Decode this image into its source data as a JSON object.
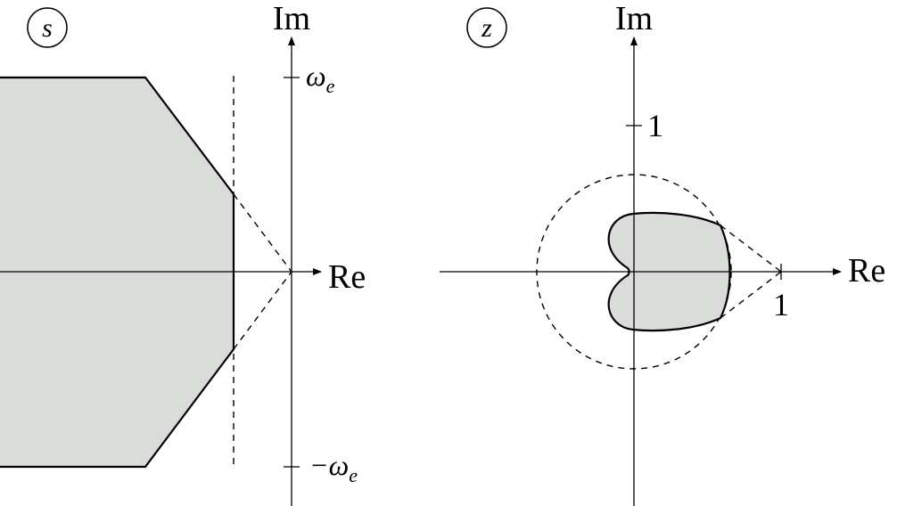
{
  "left_plane": {
    "plane_label": "s",
    "imag_axis_label": "Im",
    "real_axis_label": "Re",
    "tick_upper_label": "ω",
    "tick_upper_sub": "e",
    "tick_lower_label": "−ω",
    "tick_lower_sub": "e"
  },
  "right_plane": {
    "plane_label": "z",
    "imag_axis_label": "Im",
    "real_axis_label": "Re",
    "tick_imag_label": "1",
    "tick_real_label": "1"
  },
  "colors": {
    "region_fill": "#d9dcd9",
    "stroke": "#000000"
  }
}
